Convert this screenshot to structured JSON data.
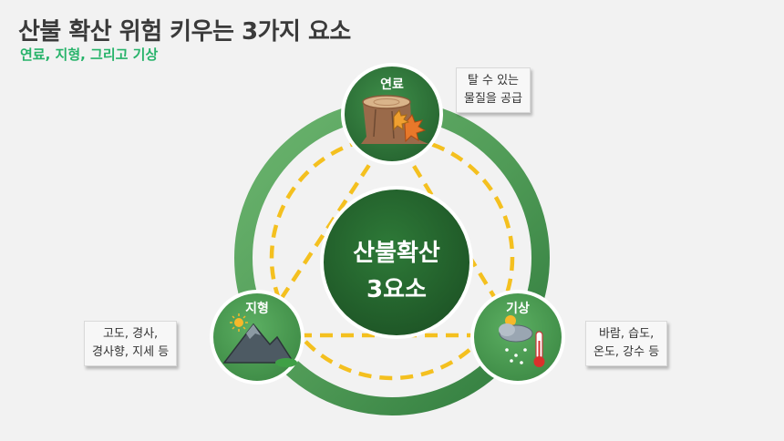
{
  "title": "산불 확산 위험 키우는 3가지 요소",
  "subtitle": "연료, 지형, 그리고 기상",
  "center": {
    "line1": "산불확산",
    "line2": "3요소"
  },
  "nodes": {
    "fuel": {
      "label": "연료",
      "note_line1": "탈 수 있는",
      "note_line2": "물질을 공급"
    },
    "terrain": {
      "label": "지형",
      "note_line1": "고도, 경사,",
      "note_line2": "경사향, 지세 등"
    },
    "weather": {
      "label": "기상",
      "note_line1": "바람, 습도,",
      "note_line2": "온도, 강수 등"
    }
  },
  "colors": {
    "ring": "#4f9a56",
    "ring_dark": "#2e6e37",
    "node": "#2f7a3c",
    "center": "#235c2c",
    "dashed": "#f4c01f",
    "accent": "#27b36a"
  },
  "icons": {
    "fuel": "tree-stump-with-leaves-icon",
    "terrain": "mountains-with-sun-icon",
    "weather": "snow-cloud-thermometer-icon"
  }
}
